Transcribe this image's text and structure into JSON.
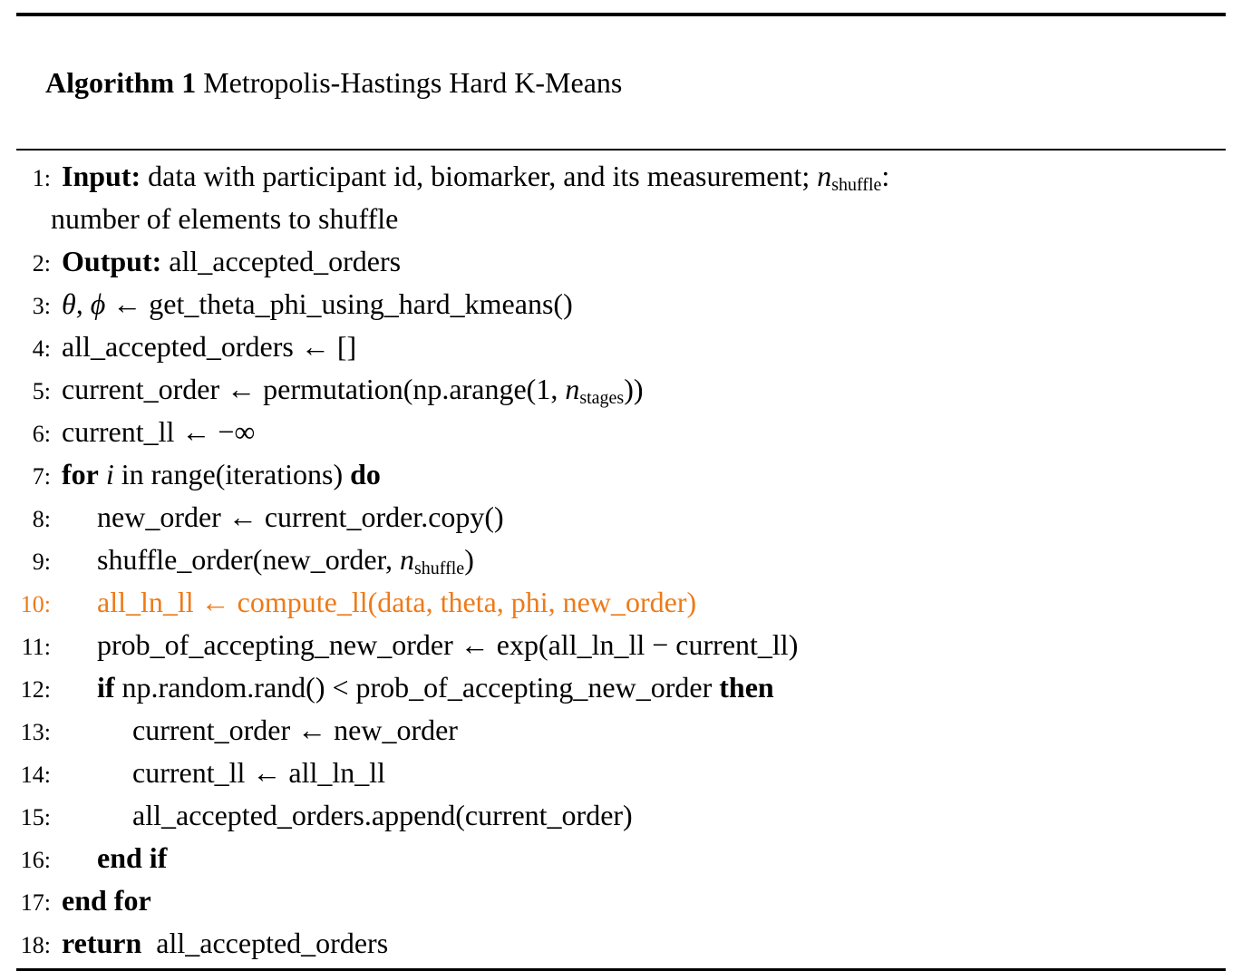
{
  "header": {
    "label": "Algorithm 1",
    "title": " Metropolis-Hastings Hard K-Means"
  },
  "colors": {
    "text": "#000000",
    "background": "#FFFFFF",
    "highlight_line": "#EE7A18"
  },
  "rows": [
    {
      "n": "1:",
      "indent": 0,
      "hl": false,
      "cont": false,
      "seg": [
        {
          "t": "Input:",
          "s": "b"
        },
        {
          "t": " data with participant id, biomarker, and its measurement; ",
          "s": "p"
        },
        {
          "t": "n",
          "s": "i"
        },
        {
          "t": "shuffle",
          "s": "sub"
        },
        {
          "t": ":",
          "s": "p"
        }
      ]
    },
    {
      "n": "",
      "indent": 0,
      "hl": false,
      "cont": true,
      "seg": [
        {
          "t": "number of elements to shuffle",
          "s": "p"
        }
      ]
    },
    {
      "n": "2:",
      "indent": 0,
      "hl": false,
      "cont": false,
      "seg": [
        {
          "t": "Output:",
          "s": "b"
        },
        {
          "t": " all_accepted_orders",
          "s": "p"
        }
      ]
    },
    {
      "n": "3:",
      "indent": 0,
      "hl": false,
      "cont": false,
      "seg": [
        {
          "t": "θ, ϕ",
          "s": "i"
        },
        {
          "t": " ← get_theta_phi_using_hard_kmeans()",
          "s": "p"
        }
      ]
    },
    {
      "n": "4:",
      "indent": 0,
      "hl": false,
      "cont": false,
      "seg": [
        {
          "t": "all_accepted_orders ← []",
          "s": "p"
        }
      ]
    },
    {
      "n": "5:",
      "indent": 0,
      "hl": false,
      "cont": false,
      "seg": [
        {
          "t": "current_order ← permutation(np.arange(1, ",
          "s": "p"
        },
        {
          "t": "n",
          "s": "i"
        },
        {
          "t": "stages",
          "s": "sub"
        },
        {
          "t": "))",
          "s": "p"
        }
      ]
    },
    {
      "n": "6:",
      "indent": 0,
      "hl": false,
      "cont": false,
      "seg": [
        {
          "t": "current_ll ← −∞",
          "s": "p"
        }
      ]
    },
    {
      "n": "7:",
      "indent": 0,
      "hl": false,
      "cont": false,
      "seg": [
        {
          "t": "for",
          "s": "b"
        },
        {
          "t": " ",
          "s": "p"
        },
        {
          "t": "i",
          "s": "i"
        },
        {
          "t": " in range(iterations) ",
          "s": "p"
        },
        {
          "t": "do",
          "s": "b"
        }
      ]
    },
    {
      "n": "8:",
      "indent": 1,
      "hl": false,
      "cont": false,
      "seg": [
        {
          "t": "new_order ← current_order.copy()",
          "s": "p"
        }
      ]
    },
    {
      "n": "9:",
      "indent": 1,
      "hl": false,
      "cont": false,
      "seg": [
        {
          "t": "shuffle_order(new_order, ",
          "s": "p"
        },
        {
          "t": "n",
          "s": "i"
        },
        {
          "t": "shuffle",
          "s": "sub"
        },
        {
          "t": ")",
          "s": "p"
        }
      ]
    },
    {
      "n": "10:",
      "indent": 1,
      "hl": true,
      "cont": false,
      "seg": [
        {
          "t": "all_ln_ll ← compute_ll(data, theta, phi, new_order)",
          "s": "p"
        }
      ]
    },
    {
      "n": "11:",
      "indent": 1,
      "hl": false,
      "cont": false,
      "seg": [
        {
          "t": "prob_of_accepting_new_order ← exp(all_ln_ll − current_ll)",
          "s": "p"
        }
      ]
    },
    {
      "n": "12:",
      "indent": 1,
      "hl": false,
      "cont": false,
      "seg": [
        {
          "t": "if",
          "s": "b"
        },
        {
          "t": " np.random.rand() < prob_of_accepting_new_order ",
          "s": "p"
        },
        {
          "t": "then",
          "s": "b"
        }
      ]
    },
    {
      "n": "13:",
      "indent": 2,
      "hl": false,
      "cont": false,
      "seg": [
        {
          "t": "current_order ← new_order",
          "s": "p"
        }
      ]
    },
    {
      "n": "14:",
      "indent": 2,
      "hl": false,
      "cont": false,
      "seg": [
        {
          "t": "current_ll ← all_ln_ll",
          "s": "p"
        }
      ]
    },
    {
      "n": "15:",
      "indent": 2,
      "hl": false,
      "cont": false,
      "seg": [
        {
          "t": "all_accepted_orders.append(current_order)",
          "s": "p"
        }
      ]
    },
    {
      "n": "16:",
      "indent": 1,
      "hl": false,
      "cont": false,
      "seg": [
        {
          "t": "end if",
          "s": "b"
        }
      ]
    },
    {
      "n": "17:",
      "indent": 0,
      "hl": false,
      "cont": false,
      "seg": [
        {
          "t": "end for",
          "s": "b"
        }
      ]
    },
    {
      "n": "18:",
      "indent": 0,
      "hl": false,
      "cont": false,
      "seg": [
        {
          "t": "return",
          "s": "b"
        },
        {
          "t": "  all_accepted_orders",
          "s": "p"
        }
      ]
    }
  ]
}
